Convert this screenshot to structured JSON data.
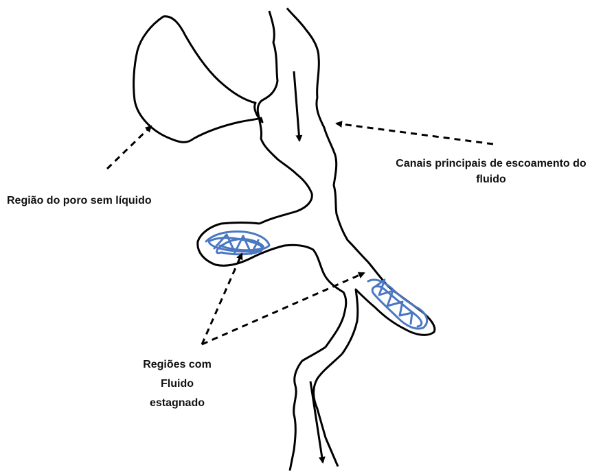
{
  "labels": {
    "pore_without_liquid": "Região do poro sem líquido",
    "main_channels": [
      "Canais principais de escoamento do",
      "fluido"
    ],
    "stagnant_regions": [
      "Regiões com",
      "Fluido",
      "estagnado"
    ]
  },
  "colors": {
    "outline": "#000000",
    "stagnant_fill": "#4a78c2",
    "text": "#111111"
  }
}
